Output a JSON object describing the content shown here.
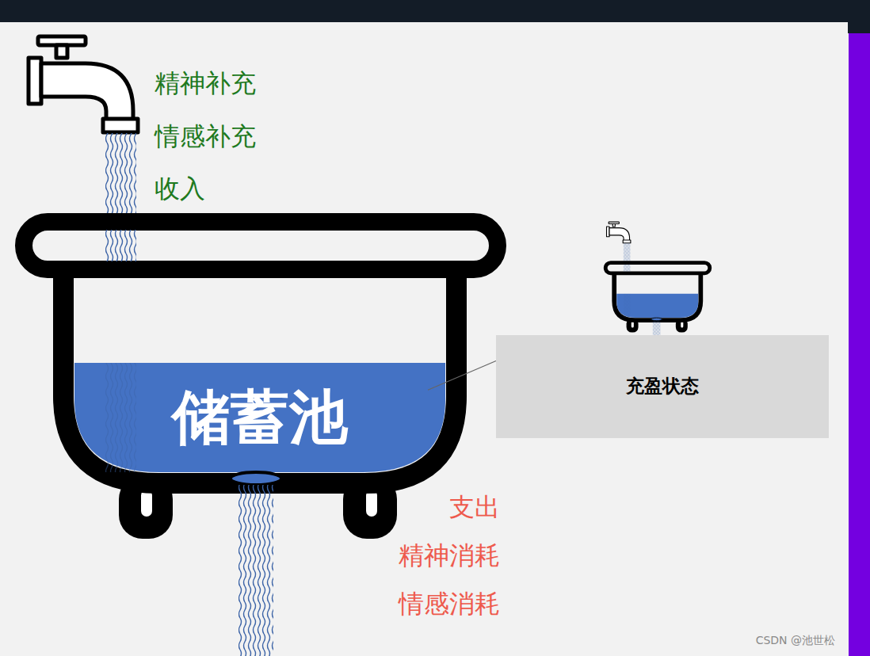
{
  "diagram": {
    "nodes": [
      {
        "text": [
          "储蓄池"
        ]
      },
      {
        "text": [
          "充盈状态"
        ]
      }
    ],
    "edges": [
      {
        "from": 0,
        "to": 1,
        "arrow": "none"
      }
    ],
    "labels": [
      "精神补充",
      "情感补充",
      "收入",
      "支出",
      "精神消耗",
      "情感消耗",
      "CSDN @池世松"
    ]
  }
}
